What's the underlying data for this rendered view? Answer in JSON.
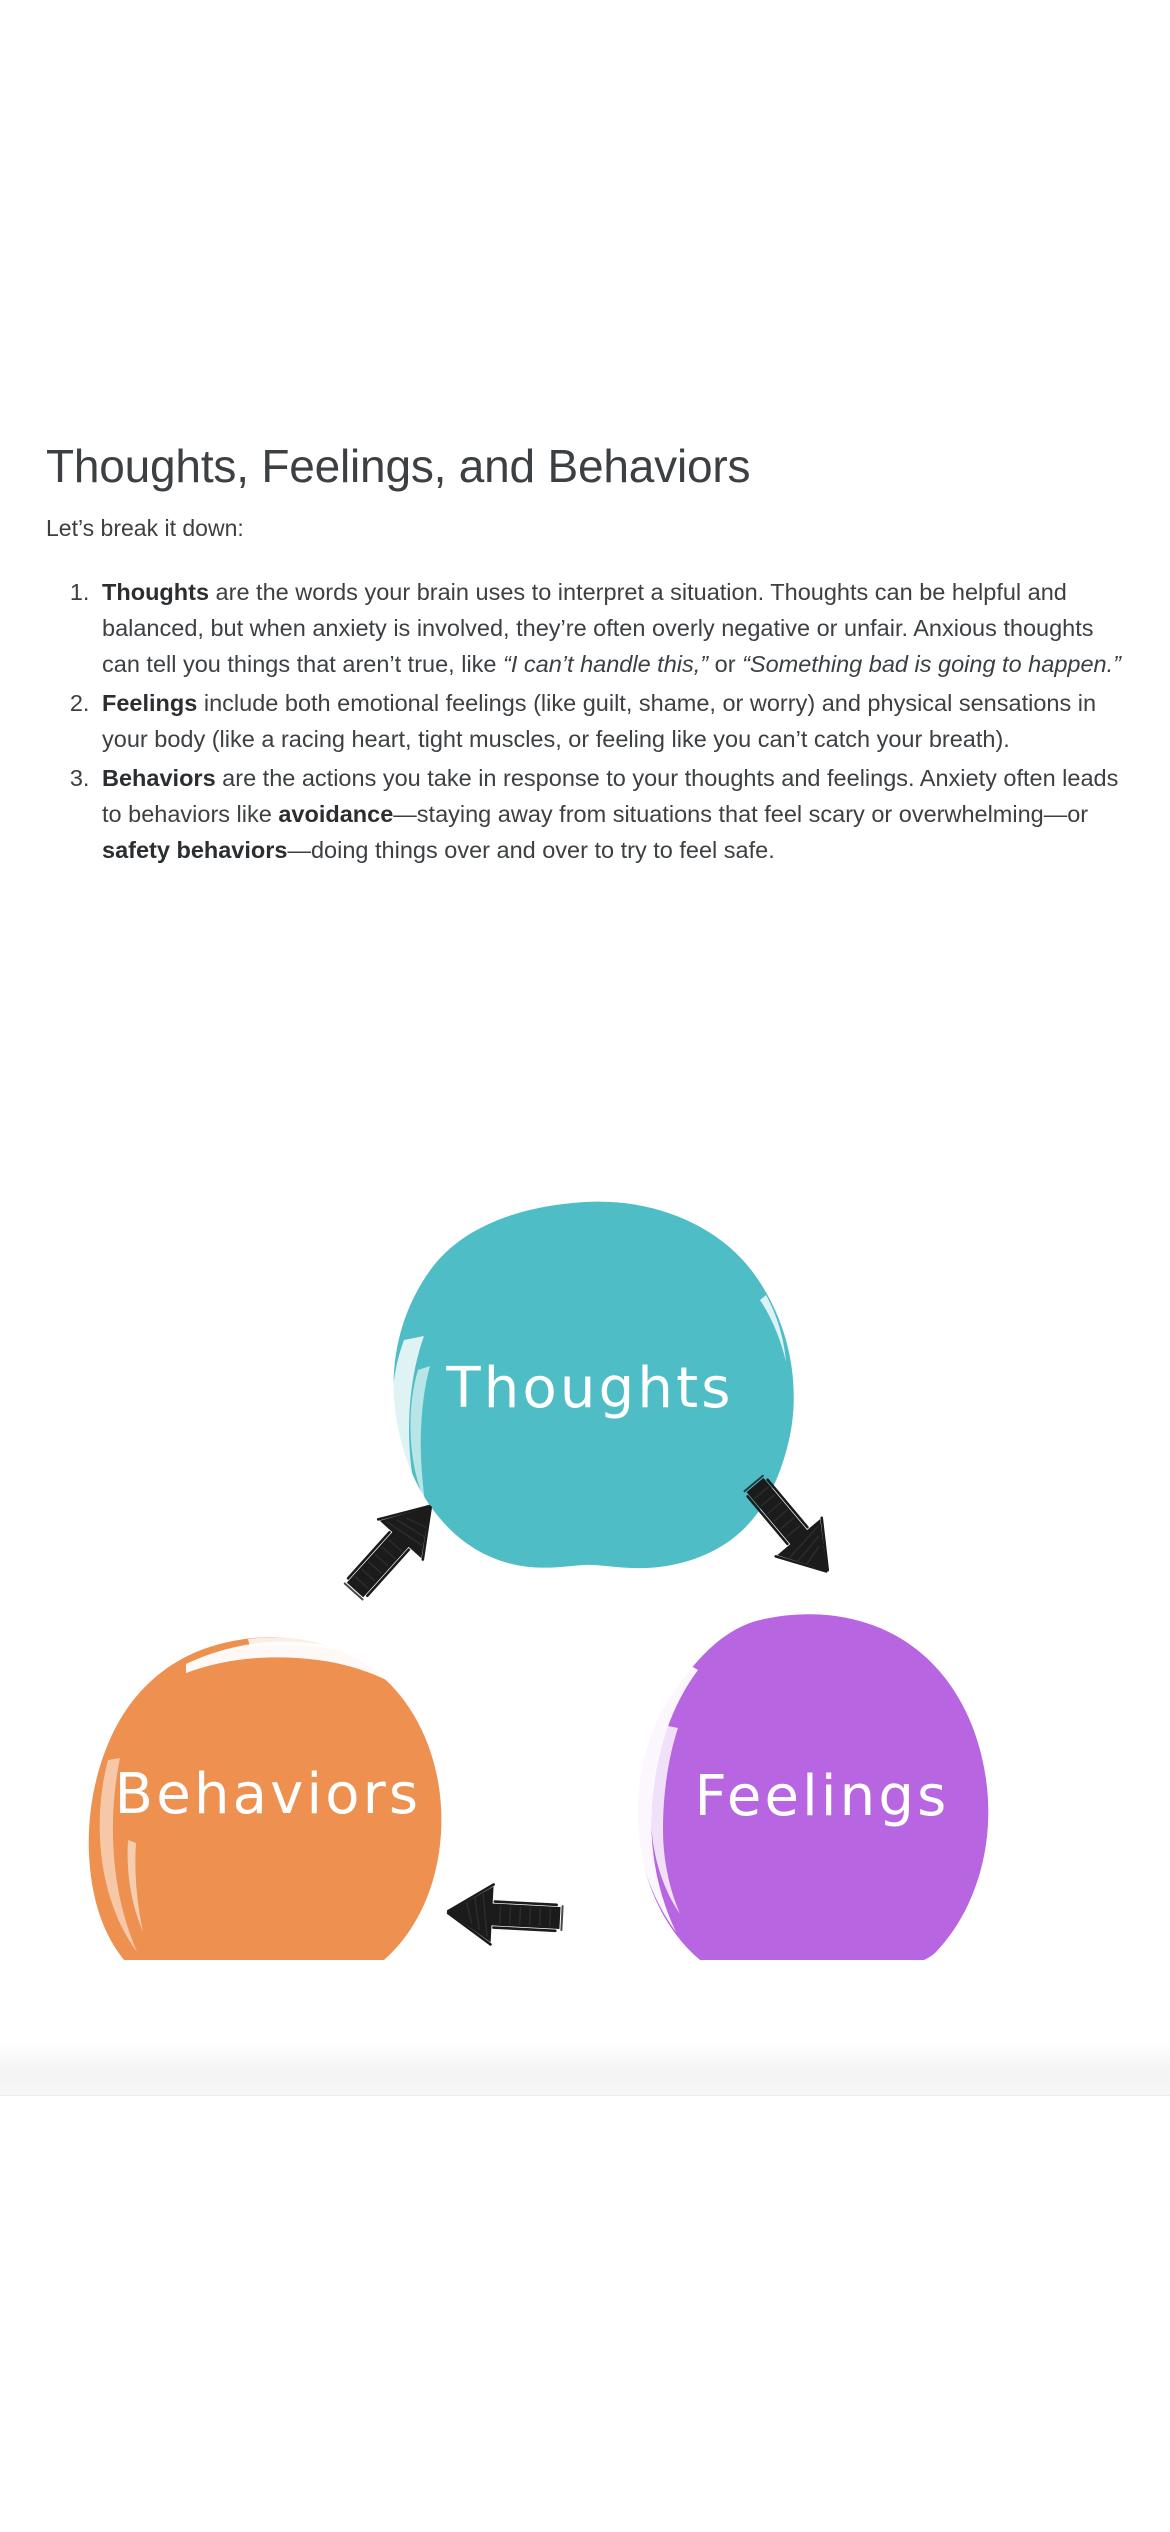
{
  "document": {
    "title": "Thoughts, Feelings, and Behaviors",
    "lede": "Let’s break it down:",
    "list": [
      {
        "marker": "1.",
        "term": "Thoughts",
        "text_a": " are the words your brain uses to interpret a situation. Thoughts can be helpful and balanced, but when anxiety is involved, they’re often overly negative or unfair. Anxious thoughts can tell you things that aren’t true, like ",
        "quote_a": "“I can’t handle this,”",
        "text_b": " or ",
        "quote_b": "“Something bad is going to happen.”"
      },
      {
        "marker": "2.",
        "term": "Feelings",
        "text_a": " include both emotional feelings (like guilt, shame, or worry) and physical sensations in your body (like a racing heart, tight muscles, or feeling like you can’t catch your breath)."
      },
      {
        "marker": "3.",
        "term": "Behaviors",
        "text_a": " are the actions you take in response to your thoughts and feelings. Anxiety often leads to behaviors like ",
        "term_b": "avoidance",
        "text_b": "—staying away from situations that feel scary or overwhelming—or ",
        "term_c": "safety behaviors",
        "text_c": "—doing things over and over to try to feel safe."
      }
    ]
  },
  "diagram": {
    "name": "cbt-triangle",
    "nodes": [
      {
        "id": "thoughts",
        "label": "Thoughts",
        "color": "#4FBDC5"
      },
      {
        "id": "feelings",
        "label": "Feelings",
        "color": "#B765E0"
      },
      {
        "id": "behaviors",
        "label": "Behaviors",
        "color": "#ED9050"
      }
    ],
    "arrows": [
      {
        "id": "thoughts-to-feelings",
        "from": "Thoughts",
        "to": "Feelings",
        "icon": "arrow-down-right-sketch"
      },
      {
        "id": "feelings-to-behaviors",
        "from": "Feelings",
        "to": "Behaviors",
        "icon": "arrow-left-sketch"
      },
      {
        "id": "behaviors-to-thoughts",
        "from": "Behaviors",
        "to": "Thoughts",
        "icon": "arrow-up-right-sketch"
      }
    ],
    "arrow_color": "#1b1b1b"
  }
}
